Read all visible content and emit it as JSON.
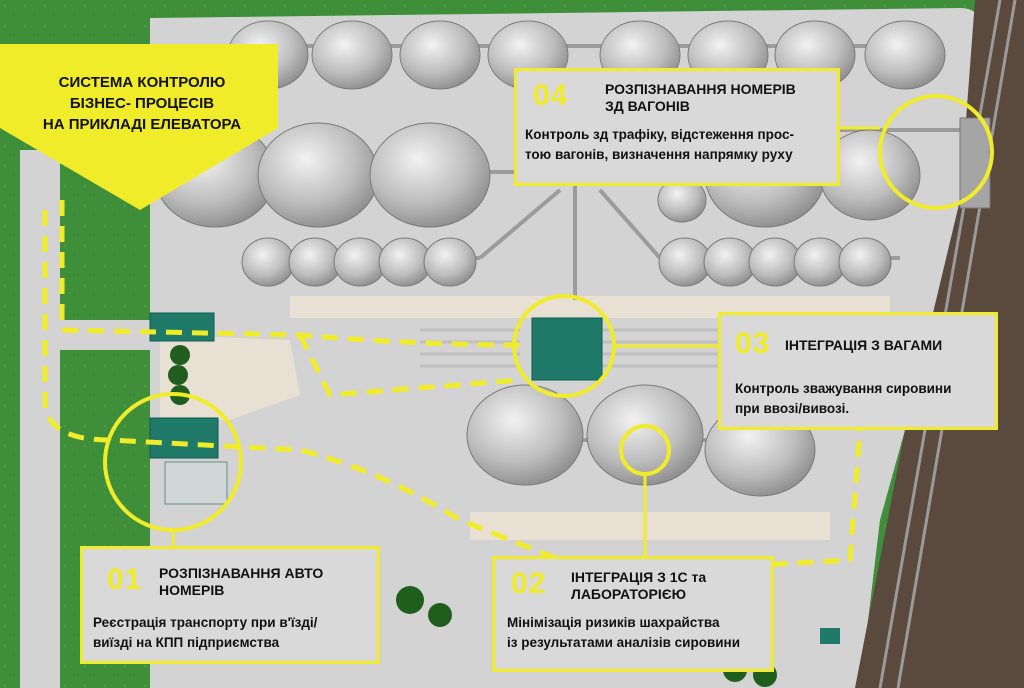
{
  "title": {
    "lines": [
      "СИСТЕМА КОНТРОЛЮ",
      "БІЗНЕС- ПРОЦЕСІВ",
      "НА ПРИКЛАДІ ЕЛЕВАТОРА"
    ]
  },
  "callouts": [
    {
      "id": "01",
      "title_lines": [
        "РОЗПІЗНАВАННЯ АВТО",
        "НОМЕРІВ"
      ],
      "desc_lines": [
        "Реєстрація транспорту при в'їзді/",
        "виїзді на КПП підприємства"
      ]
    },
    {
      "id": "02",
      "title_lines": [
        "ІНТЕГРАЦІЯ З 1С та",
        "ЛАБОРАТОРІЄЮ"
      ],
      "desc_lines": [
        "Мінімізація ризиків шахрайства",
        "із результатами аналізів сировини"
      ]
    },
    {
      "id": "03",
      "title_lines": [
        "ІНТЕГРАЦІЯ З ВАГАМИ"
      ],
      "desc_lines": [
        "Контроль зважування сировини",
        "при ввозі/вивозі."
      ]
    },
    {
      "id": "04",
      "title_lines": [
        "РОЗПІЗНАВАННЯ НОМЕРІВ",
        "ЗД ВАГОНІВ"
      ],
      "desc_lines": [
        "Контроль зд трафіку, відстеження прос-",
        "тою вагонів, визначення напрямку руху"
      ]
    }
  ],
  "colors": {
    "accent": "#f0ec2a",
    "grass": "#3f8f3a",
    "ground": "#d2d2d2",
    "building": "#1f7a6a",
    "box": "#d9d9d9"
  }
}
